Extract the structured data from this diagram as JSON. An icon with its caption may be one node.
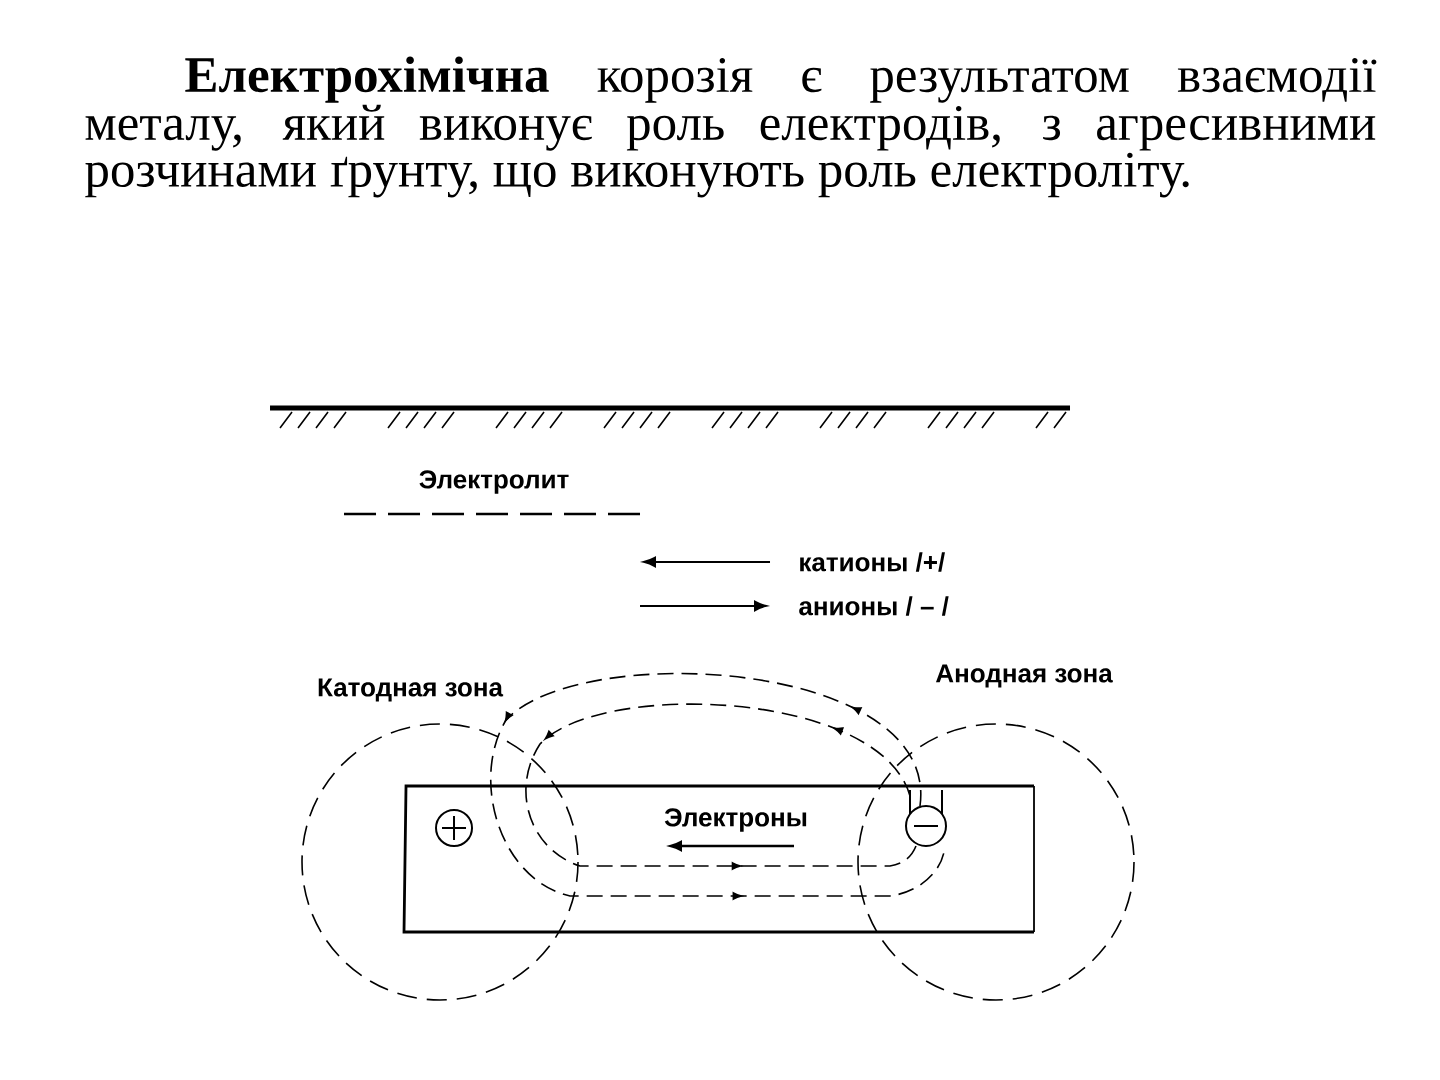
{
  "diagram": {
    "labels": [
      "**Електрохімічна** корозія є результатом взаємодії металу, який виконує роль електродів, з агресивними розчинами ґрунту, що виконують роль електроліту.",
      "Электролит",
      "катионы /+/",
      "анионы / – /",
      "Катодная зона",
      "Анодная зона",
      "Электроны"
    ]
  }
}
